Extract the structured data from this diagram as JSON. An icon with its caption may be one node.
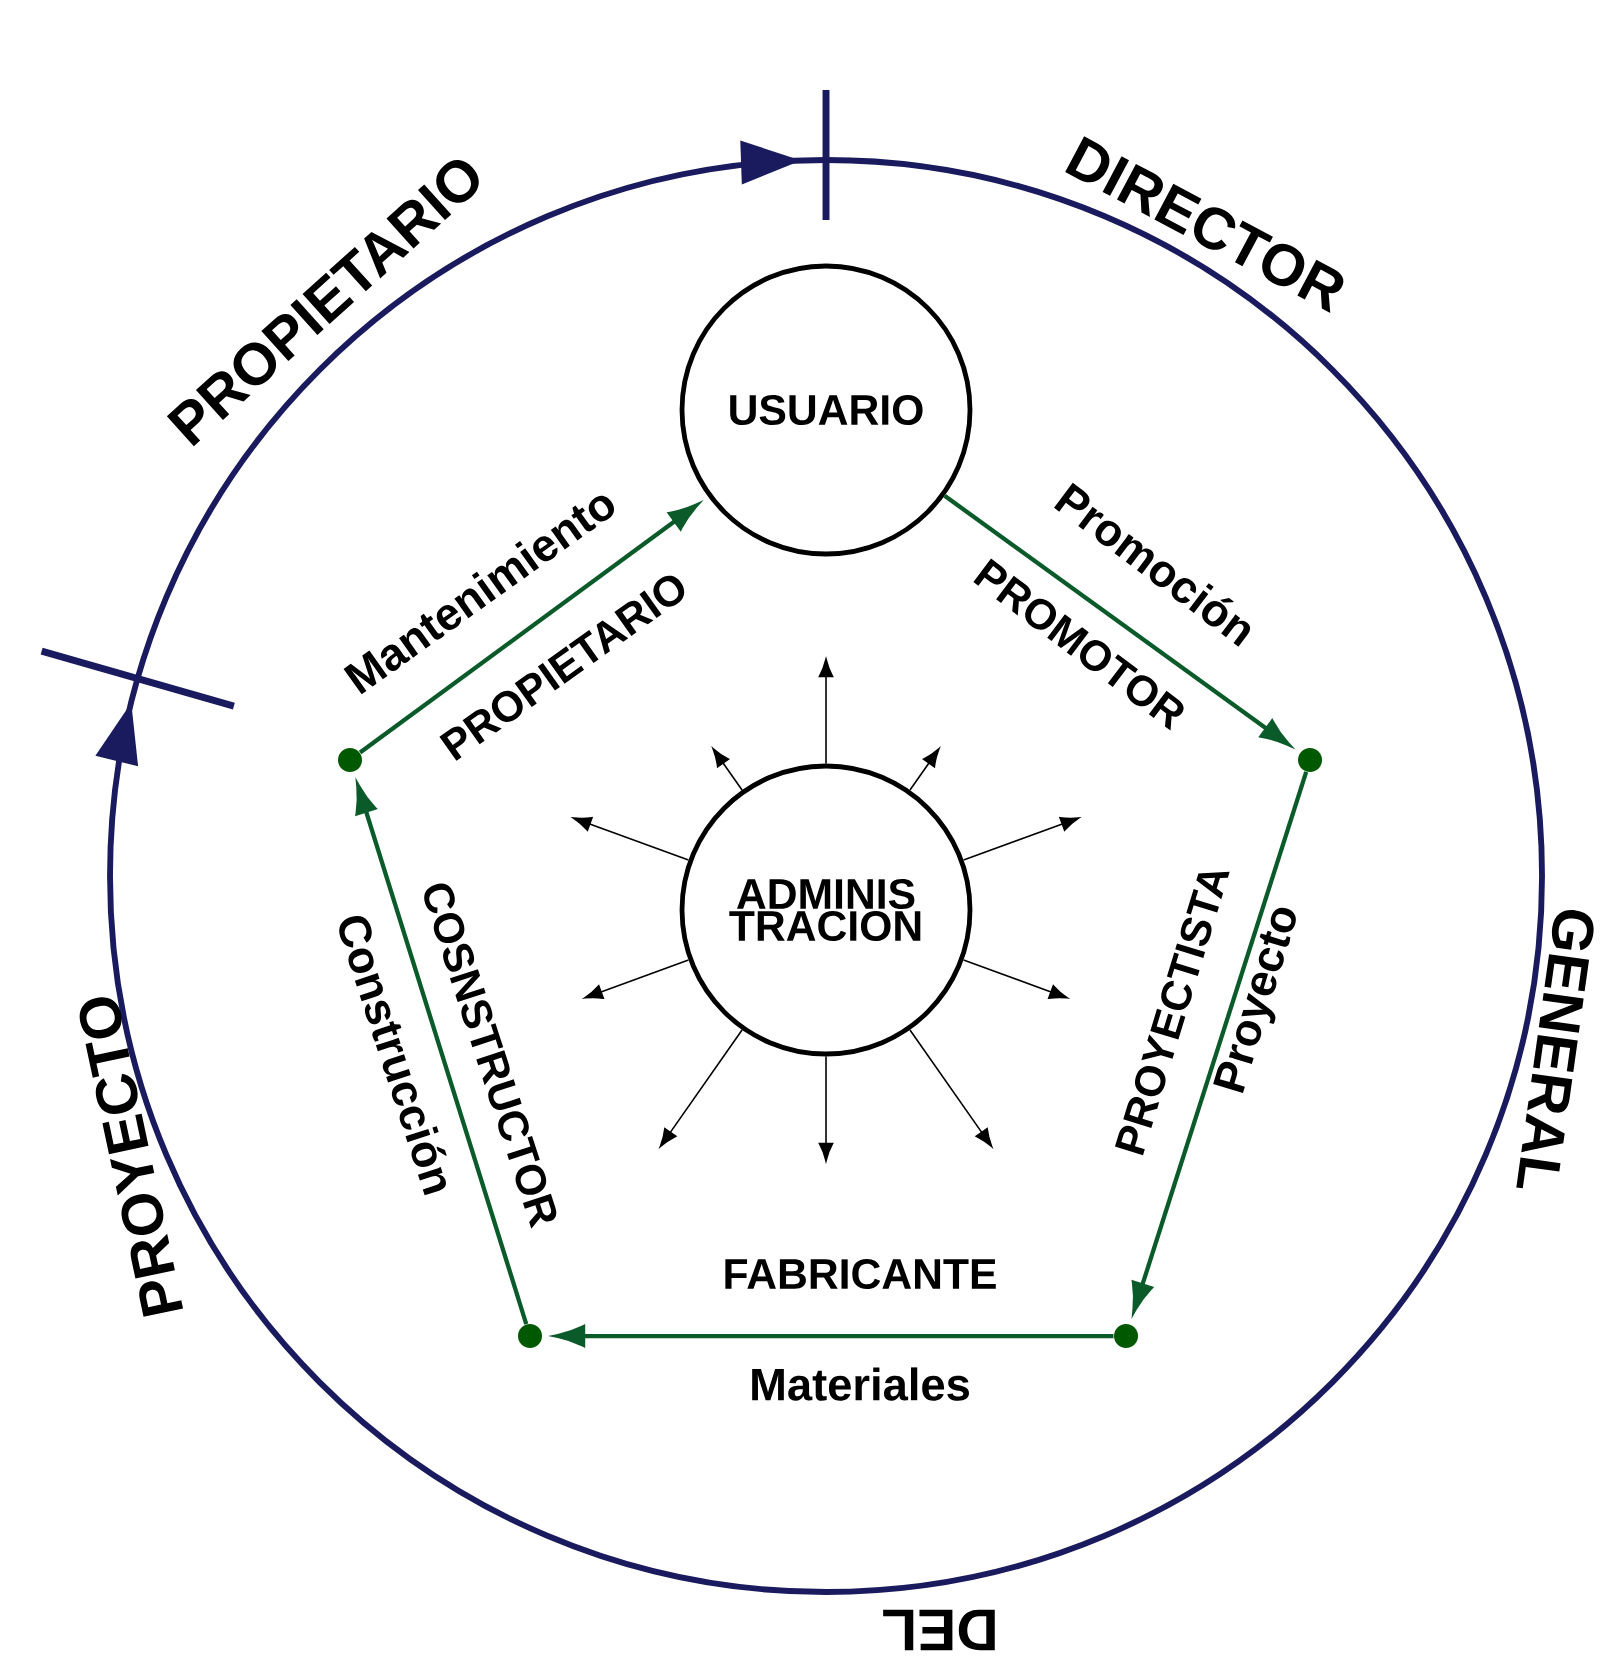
{
  "diagram": {
    "nodes": [
      {
        "text": [
          "USUARIO"
        ]
      },
      {
        "text": [
          "ADMINIS TRACION"
        ]
      },
      {
        "text": [],
        "shape": "circle"
      },
      {
        "text": [],
        "shape": "circle"
      },
      {
        "text": [],
        "shape": "circle"
      },
      {
        "text": [],
        "shape": "circle"
      }
    ],
    "edges": [
      {
        "from": 2,
        "to": 0,
        "arrow": "to",
        "label": "Mantenimiento",
        "color": "#0b5a2a"
      },
      {
        "from": 0,
        "to": 3,
        "arrow": "to",
        "label": "Promoción",
        "color": "#0b5a2a"
      },
      {
        "from": 3,
        "to": 4,
        "arrow": "to",
        "label": "Proyecto",
        "color": "#0b5a2a"
      },
      {
        "from": 4,
        "to": 5,
        "arrow": "to",
        "label": "Materiales",
        "color": "#0b5a2a"
      },
      {
        "from": 5,
        "to": 2,
        "arrow": "to",
        "label": "Construcción",
        "color": "#0b5a2a"
      },
      {
        "from": 1,
        "to": null,
        "arrow": "to"
      },
      {
        "from": 1,
        "to": null,
        "arrow": "to"
      },
      {
        "from": 1,
        "to": null,
        "arrow": "to"
      },
      {
        "from": 1,
        "to": null,
        "arrow": "to"
      },
      {
        "from": 1,
        "to": null,
        "arrow": "to"
      },
      {
        "from": 1,
        "to": null,
        "arrow": "to"
      },
      {
        "from": 1,
        "to": null,
        "arrow": "to"
      },
      {
        "from": 1,
        "to": null,
        "arrow": "to"
      },
      {
        "from": 1,
        "to": null,
        "arrow": "to"
      },
      {
        "from": 1,
        "to": null,
        "arrow": "to"
      }
    ],
    "labels": [
      "PROPIETARIO",
      "DIRECTOR",
      "PROPIETARIO",
      "PROMOTOR",
      "PROYECTISTA",
      "GENERAL",
      "COSNSTRUCTOR",
      "PROYECTO",
      "FABRICANTE",
      "DEL"
    ]
  }
}
